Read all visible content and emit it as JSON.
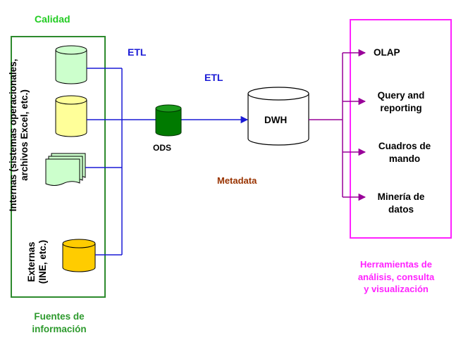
{
  "sources": {
    "quality_label": "Calidad",
    "internal_label": "Internas (sistemas operacionales, archivos Excel, etc.)",
    "external_label": "Externas (INE, etc.)",
    "caption": "Fuentes de información"
  },
  "flow": {
    "etl_upper": "ETL",
    "etl_lower": "ETL",
    "ods_label": "ODS",
    "dwh_label": "DWH",
    "metadata_label": "Metadata"
  },
  "tools": {
    "items": [
      "OLAP",
      "Query and reporting",
      "Cuadros de mando",
      "Minería de datos"
    ],
    "caption": "Herramientas de análisis, consulta y visualización"
  },
  "colors": {
    "sources_border": "#2d8a2d",
    "etl_lines": "#1a1ad6",
    "tool_lines": "#990099",
    "tools_border": "#ff22ff",
    "db_internal_1": "#ccffcc",
    "db_internal_2": "#ffff99",
    "db_external": "#ffcc00",
    "ods": "#007a00",
    "docs": "#ccffcc"
  }
}
